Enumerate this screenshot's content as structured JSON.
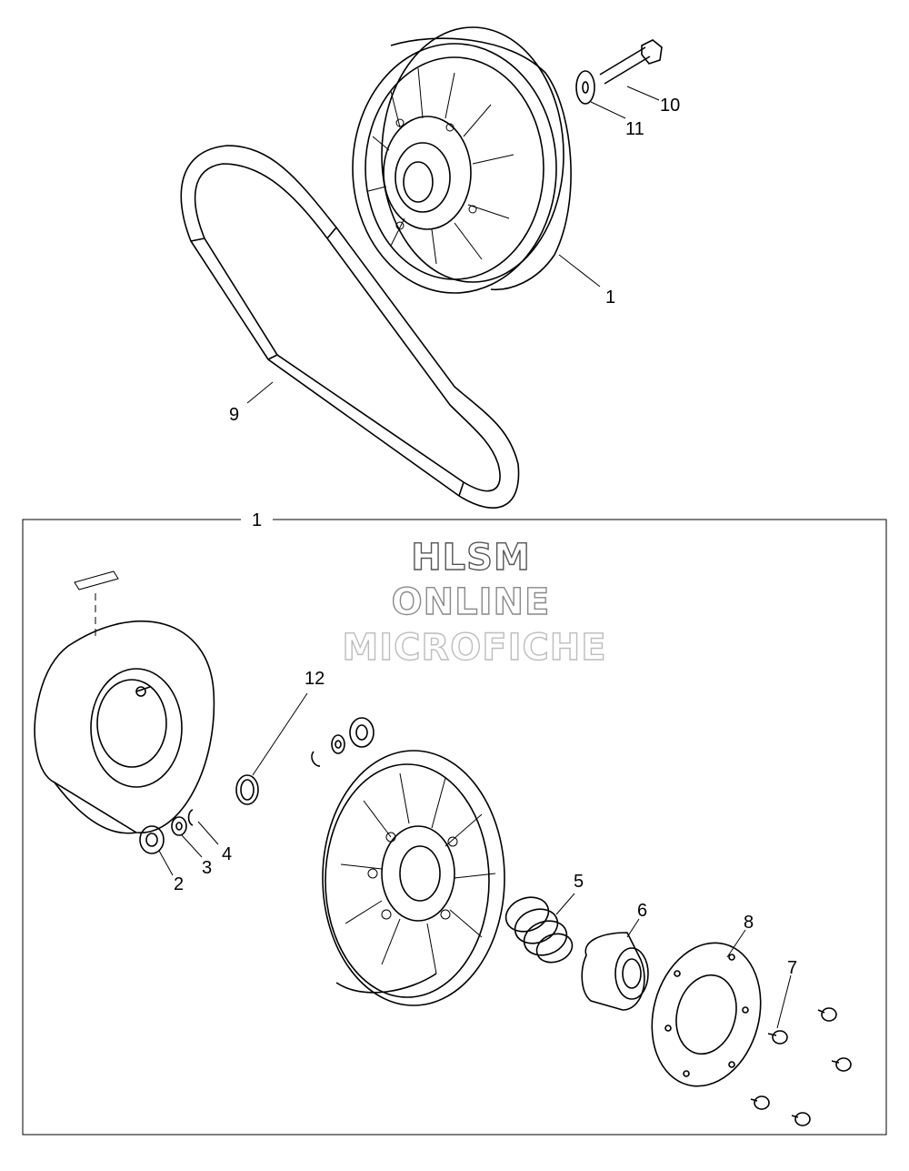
{
  "watermark": {
    "line1": "HLSM",
    "line2": "ONLINE",
    "line3": "MICROFICHE"
  },
  "callouts": {
    "c1_top": "1",
    "c1_box": "1",
    "c2": "2",
    "c3": "3",
    "c4": "4",
    "c5": "5",
    "c6": "6",
    "c7": "7",
    "c8": "8",
    "c9": "9",
    "c10": "10",
    "c11": "11",
    "c12": "12"
  },
  "colors": {
    "line": "#000000",
    "watermark1": "#555555",
    "watermark2": "#8a8a8a",
    "watermark3": "#bdbdbd",
    "background": "#ffffff"
  }
}
